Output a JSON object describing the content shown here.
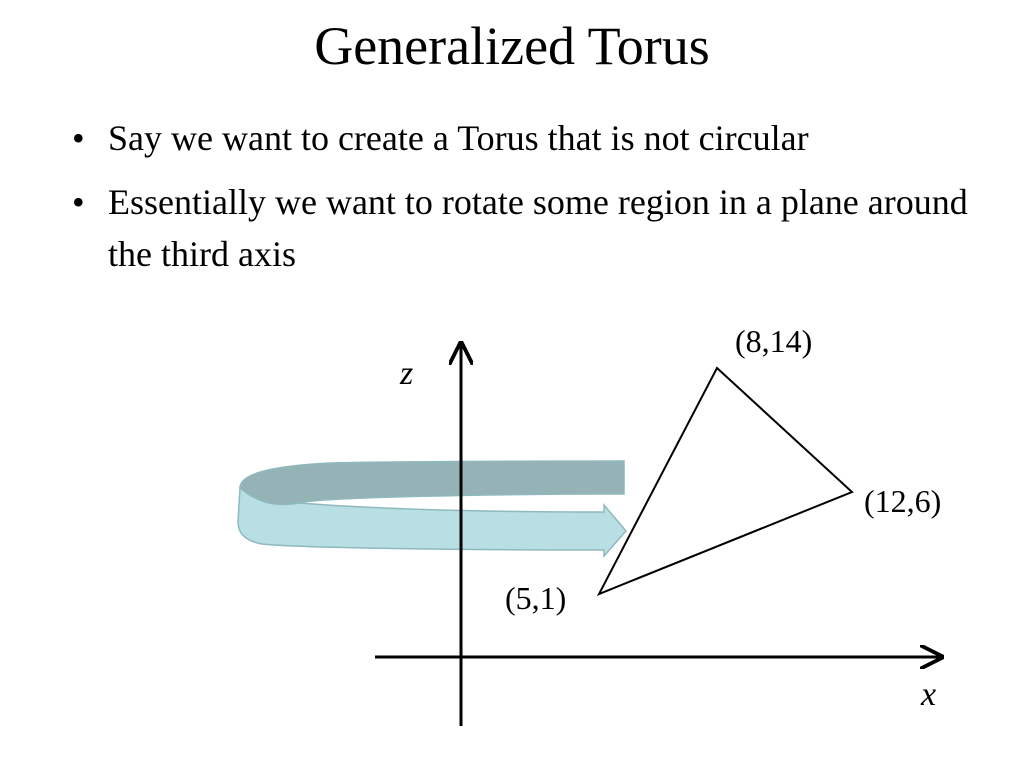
{
  "slide": {
    "title": "Generalized Torus",
    "bullets": [
      {
        "text": "Say we want to create a Torus that is not circular"
      },
      {
        "text": "Essentially we want to rotate some region in a plane around the third axis"
      }
    ]
  },
  "diagram": {
    "axes": {
      "vertical_label": "z",
      "horizontal_label": "x"
    },
    "triangle_vertices": [
      {
        "label": "(8,14)"
      },
      {
        "label": "(12,6)"
      },
      {
        "label": "(5,1)"
      }
    ],
    "colors": {
      "arrow_back": "#95b3b6",
      "arrow_front": "#b7dfe4",
      "arrow_stroke": "#8fb9be",
      "line": "#000000"
    }
  }
}
